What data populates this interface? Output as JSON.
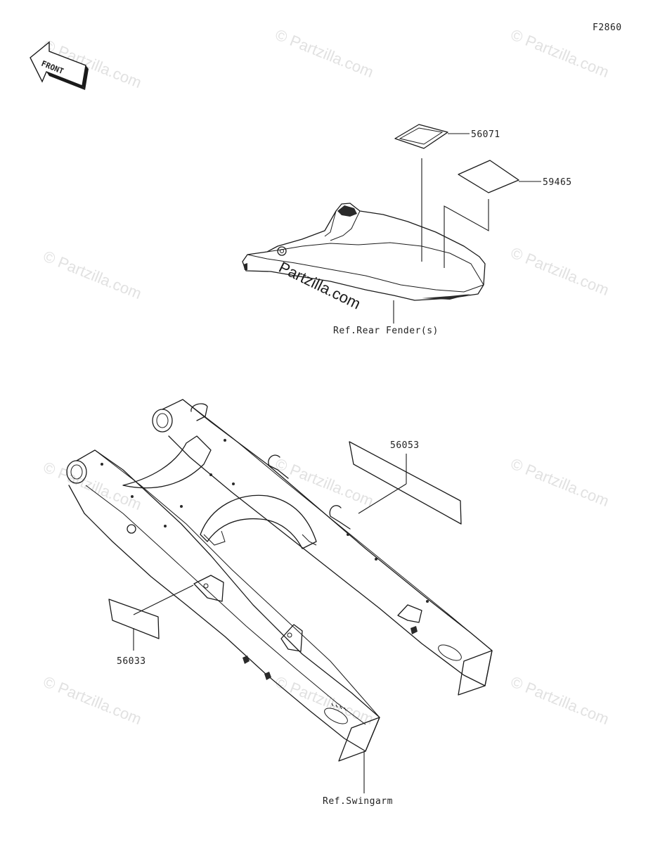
{
  "figure_code": "F2860",
  "front_label": "FRONT",
  "watermark": "© Partzilla.com",
  "center_watermark": "Partzilla.com",
  "parts": {
    "p56071": "56071",
    "p59465": "59465",
    "p56053": "56053",
    "p56033": "56033"
  },
  "refs": {
    "rear_fender": "Ref.Rear Fender(s)",
    "swingarm": "Ref.Swingarm"
  }
}
